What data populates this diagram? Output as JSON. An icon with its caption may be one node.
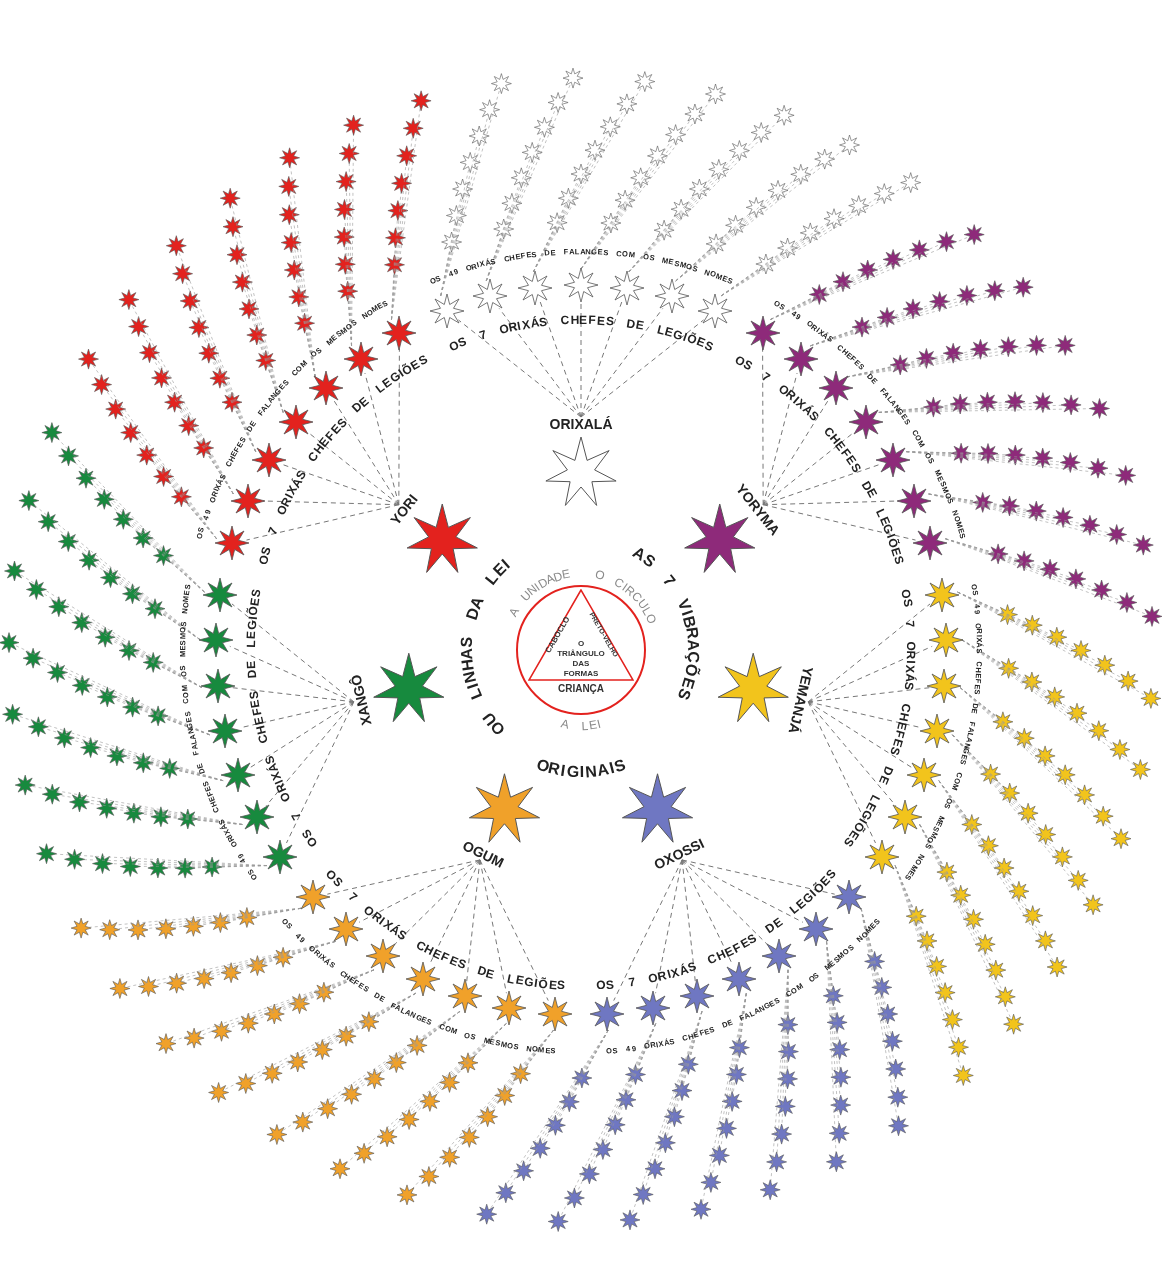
{
  "diagram": {
    "nodes": [
      {
        "text": [
          "A UNIDADE",
          "O CIRCULO",
          "CRIANÇA",
          "A LEI"
        ]
      },
      {
        "text": [
          "CABOCLO",
          "PRETO-VELHO",
          "O TRIÂNGULO DAS FORMAS"
        ],
        "in": 0
      },
      {
        "text": [
          "ORIXALÁ"
        ]
      },
      {
        "text": [
          "YORYMA"
        ]
      },
      {
        "text": [
          "YEMANJÁ"
        ]
      },
      {
        "text": [
          "OXOSSI"
        ]
      },
      {
        "text": [
          "OGUM"
        ]
      },
      {
        "text": [
          "XANGÔ"
        ]
      },
      {
        "text": [
          "YORI"
        ]
      },
      {
        "text": [],
        "shape": "star"
      },
      {
        "text": [],
        "shape": "star"
      },
      {
        "text": [],
        "shape": "star"
      },
      {
        "text": [],
        "shape": "star"
      },
      {
        "text": [],
        "shape": "star"
      },
      {
        "text": [],
        "shape": "star"
      },
      {
        "text": [],
        "shape": "star"
      },
      {
        "text": [],
        "shape": "star"
      },
      {
        "text": [],
        "shape": "star"
      },
      {
        "text": [],
        "shape": "star"
      },
      {
        "text": [],
        "shape": "star"
      },
      {
        "text": [],
        "shape": "star"
      },
      {
        "text": [],
        "shape": "star"
      },
      {
        "text": [],
        "shape": "star"
      },
      {
        "text": [],
        "shape": "star"
      },
      {
        "text": [],
        "shape": "star"
      },
      {
        "text": [],
        "shape": "star"
      },
      {
        "text": [],
        "shape": "star"
      },
      {
        "text": [],
        "shape": "star"
      },
      {
        "text": [],
        "shape": "star"
      },
      {
        "text": [],
        "shape": "star"
      },
      {
        "text": [],
        "shape": "star"
      },
      {
        "text": [],
        "shape": "star"
      },
      {
        "text": [],
        "shape": "star"
      },
      {
        "text": [],
        "shape": "star"
      },
      {
        "text": [],
        "shape": "star"
      },
      {
        "text": [],
        "shape": "star"
      },
      {
        "text": [],
        "shape": "star"
      },
      {
        "text": [],
        "shape": "star"
      },
      {
        "text": [],
        "shape": "star"
      },
      {
        "text": [],
        "shape": "star"
      },
      {
        "text": [],
        "shape": "star"
      },
      {
        "text": [],
        "shape": "star"
      },
      {
        "text": [],
        "shape": "star"
      },
      {
        "text": [],
        "shape": "star"
      },
      {
        "text": [],
        "shape": "star"
      },
      {
        "text": [],
        "shape": "star"
      },
      {
        "text": [],
        "shape": "star"
      },
      {
        "text": [],
        "shape": "star"
      },
      {
        "text": [],
        "shape": "star"
      },
      {
        "text": [],
        "shape": "star"
      },
      {
        "text": [],
        "shape": "star"
      },
      {
        "text": [],
        "shape": "star"
      },
      {
        "text": [],
        "shape": "star"
      },
      {
        "text": [],
        "shape": "star"
      },
      {
        "text": [],
        "shape": "star"
      },
      {
        "text": [],
        "shape": "star"
      },
      {
        "text": [],
        "shape": "star"
      },
      {
        "text": [],
        "shape": "star"
      }
    ],
    "edges": [
      {
        "from": 2,
        "to": 9,
        "arrow": "none",
        "style": "dashed"
      },
      {
        "from": 2,
        "to": 10,
        "arrow": "none",
        "style": "dashed"
      },
      {
        "from": 2,
        "to": 11,
        "arrow": "none",
        "style": "dashed"
      },
      {
        "from": 2,
        "to": 12,
        "arrow": "none",
        "style": "dashed"
      },
      {
        "from": 2,
        "to": 13,
        "arrow": "none",
        "style": "dashed"
      },
      {
        "from": 2,
        "to": 14,
        "arrow": "none",
        "style": "dashed"
      },
      {
        "from": 2,
        "to": 15,
        "arrow": "none",
        "style": "dashed"
      },
      {
        "from": 3,
        "to": 16,
        "arrow": "none",
        "style": "dashed"
      },
      {
        "from": 3,
        "to": 17,
        "arrow": "none",
        "style": "dashed"
      },
      {
        "from": 3,
        "to": 18,
        "arrow": "none",
        "style": "dashed"
      },
      {
        "from": 3,
        "to": 19,
        "arrow": "none",
        "style": "dashed"
      },
      {
        "from": 3,
        "to": 20,
        "arrow": "none",
        "style": "dashed"
      },
      {
        "from": 3,
        "to": 21,
        "arrow": "none",
        "style": "dashed"
      },
      {
        "from": 3,
        "to": 22,
        "arrow": "none",
        "style": "dashed"
      },
      {
        "from": 4,
        "to": 23,
        "arrow": "none",
        "style": "dashed"
      },
      {
        "from": 4,
        "to": 24,
        "arrow": "none",
        "style": "dashed"
      },
      {
        "from": 4,
        "to": 25,
        "arrow": "none",
        "style": "dashed"
      },
      {
        "from": 4,
        "to": 26,
        "arrow": "none",
        "style": "dashed"
      },
      {
        "from": 4,
        "to": 27,
        "arrow": "none",
        "style": "dashed"
      },
      {
        "from": 4,
        "to": 28,
        "arrow": "none",
        "style": "dashed"
      },
      {
        "from": 4,
        "to": 29,
        "arrow": "none",
        "style": "dashed"
      },
      {
        "from": 5,
        "to": 30,
        "arrow": "none",
        "style": "dashed"
      },
      {
        "from": 5,
        "to": 31,
        "arrow": "none",
        "style": "dashed"
      },
      {
        "from": 5,
        "to": 32,
        "arrow": "none",
        "style": "dashed"
      },
      {
        "from": 5,
        "to": 33,
        "arrow": "none",
        "style": "dashed"
      },
      {
        "from": 5,
        "to": 34,
        "arrow": "none",
        "style": "dashed"
      },
      {
        "from": 5,
        "to": 35,
        "arrow": "none",
        "style": "dashed"
      },
      {
        "from": 5,
        "to": 36,
        "arrow": "none",
        "style": "dashed"
      },
      {
        "from": 6,
        "to": 37,
        "arrow": "none",
        "style": "dashed"
      },
      {
        "from": 6,
        "to": 38,
        "arrow": "none",
        "style": "dashed"
      },
      {
        "from": 6,
        "to": 39,
        "arrow": "none",
        "style": "dashed"
      },
      {
        "from": 6,
        "to": 40,
        "arrow": "none",
        "style": "dashed"
      },
      {
        "from": 6,
        "to": 41,
        "arrow": "none",
        "style": "dashed"
      },
      {
        "from": 6,
        "to": 42,
        "arrow": "none",
        "style": "dashed"
      },
      {
        "from": 6,
        "to": 43,
        "arrow": "none",
        "style": "dashed"
      },
      {
        "from": 7,
        "to": 44,
        "arrow": "none",
        "style": "dashed"
      },
      {
        "from": 7,
        "to": 45,
        "arrow": "none",
        "style": "dashed"
      },
      {
        "from": 7,
        "to": 46,
        "arrow": "none",
        "style": "dashed"
      },
      {
        "from": 7,
        "to": 47,
        "arrow": "none",
        "style": "dashed"
      },
      {
        "from": 7,
        "to": 48,
        "arrow": "none",
        "style": "dashed"
      },
      {
        "from": 7,
        "to": 49,
        "arrow": "none",
        "style": "dashed"
      },
      {
        "from": 7,
        "to": 50,
        "arrow": "none",
        "style": "dashed"
      },
      {
        "from": 8,
        "to": 51,
        "arrow": "none",
        "style": "dashed"
      },
      {
        "from": 8,
        "to": 52,
        "arrow": "none",
        "style": "dashed"
      },
      {
        "from": 8,
        "to": 53,
        "arrow": "none",
        "style": "dashed"
      },
      {
        "from": 8,
        "to": 54,
        "arrow": "none",
        "style": "dashed"
      },
      {
        "from": 8,
        "to": 55,
        "arrow": "none",
        "style": "dashed"
      },
      {
        "from": 8,
        "to": 56,
        "arrow": "none",
        "style": "dashed"
      },
      {
        "from": 8,
        "to": 57,
        "arrow": "none",
        "style": "dashed"
      }
    ],
    "labels": [
      "AS 7 VIBRAÇÕES",
      "ORIGINAIS",
      "OU LINHAS DA LEI",
      "OS 49 ORIXÁS CHEFES DE FALANGES COM OS MESMOS NOMES",
      "OS 7 ORIXÁS CHEFES DE LEGIÕES",
      "OS 49 ORIXÁS CHEFES DE FALANGES COM OS MESMOS NOMES",
      "OS 7 ORIXÁS CHEFES DE LEGIÕES",
      "OS 7 ORIXÁS CHEFES DE LEGIÕES",
      "OS 49 ORIXÁS CHEFES DE FALANGES COM OS MESMOS NOMES",
      "OS 49 ORIXÁS CHEFES DE FALANGES COM OS MESMOS NOMES",
      "OS 7 ORIXÁS CHEFES DE LEGIÕES",
      "OS 7 ORIXÁS CHEFES DE LEGIÕES",
      "OS 49 ORIXÁS CHEFES DE FALANGES COM OS MESMOS NOMES",
      "OS 7 ORIXÁS CHEFES DE LEGIÕES",
      "OS 7 ORIXÁS CHEFES DE LEGIÕES",
      "OS 49 ORIXÁS CHEFES DE FALANGES COM OS MESMOS NOMES",
      "OS 49 ORIXÁS CHEFES DE FALANGES COM OS MESMOS NOMES"
    ]
  }
}
